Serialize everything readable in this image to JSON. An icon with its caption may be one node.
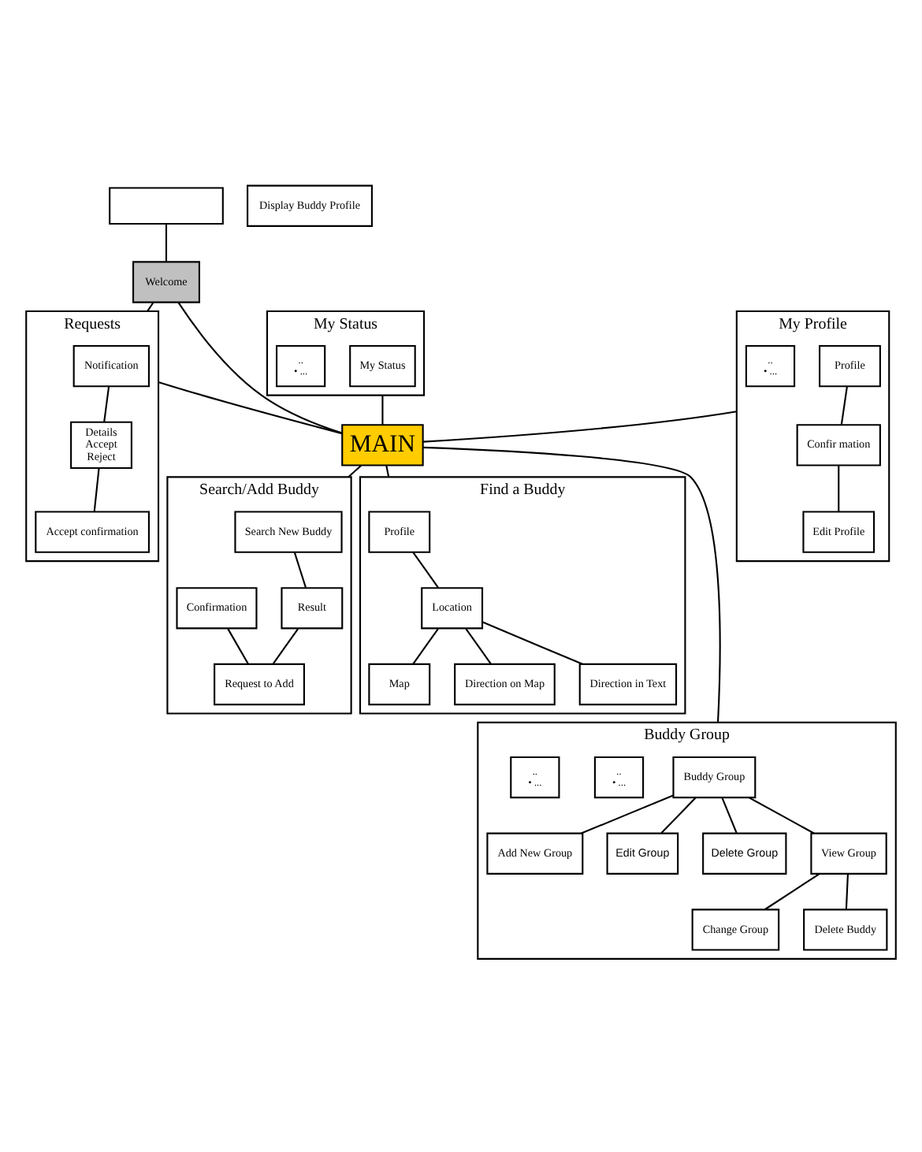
{
  "diagram": {
    "nodes": [
      {
        "text": [],
        "shape": "box"
      },
      {
        "text": [
          "Welcome"
        ]
      },
      {
        "text": [
          "Requests"
        ]
      },
      {
        "text": [
          "Notification"
        ],
        "in": 2
      },
      {
        "text": [
          "Details",
          "Accept",
          "Reject"
        ],
        "in": 2
      },
      {
        "text": [
          "Accept confirmation"
        ],
        "in": 2
      },
      {
        "text": [
          "My Status"
        ]
      },
      {
        "text": [
          "My Status"
        ],
        "in": 6
      },
      {
        "text": [
          "..",
          "• ..."
        ],
        "in": 6
      },
      {
        "text": [
          "MAIN"
        ]
      },
      {
        "text": [
          "My Profile"
        ]
      },
      {
        "text": [
          "Profile"
        ],
        "in": 10
      },
      {
        "text": [
          "Confir mation"
        ],
        "in": 10
      },
      {
        "text": [
          "Edit Profile"
        ],
        "in": 10
      },
      {
        "text": [
          "..",
          "• ..."
        ],
        "in": 10
      },
      {
        "text": [
          "Search/Add Buddy"
        ]
      },
      {
        "text": [
          "Search New Buddy"
        ],
        "in": 15
      },
      {
        "text": [
          "Result"
        ],
        "in": 15
      },
      {
        "text": [
          "Confirmation"
        ],
        "in": 15
      },
      {
        "text": [
          "Request to Add"
        ],
        "in": 15
      },
      {
        "text": [
          "Find a Buddy"
        ]
      },
      {
        "text": [
          "Profile"
        ],
        "in": 20
      },
      {
        "text": [
          "Location"
        ],
        "in": 20
      },
      {
        "text": [
          "Map"
        ],
        "in": 20
      },
      {
        "text": [
          "Direction on Map"
        ],
        "in": 20
      },
      {
        "text": [
          "Direction in Text"
        ],
        "in": 20
      },
      {
        "text": [
          "Buddy Group"
        ]
      },
      {
        "text": [
          "Buddy Group"
        ],
        "in": 26
      },
      {
        "text": [
          "Add New Group"
        ],
        "in": 26
      },
      {
        "text": [
          "Edit Group"
        ],
        "in": 26
      },
      {
        "text": [
          "Delete Group"
        ],
        "in": 26
      },
      {
        "text": [
          "View Group"
        ],
        "in": 26
      },
      {
        "text": [
          "Change Group"
        ],
        "in": 26
      },
      {
        "text": [
          "..",
          "• ..."
        ],
        "in": 26
      },
      {
        "text": [
          "Delete Buddy"
        ],
        "in": 26
      },
      {
        "text": [
          "..",
          "• ..."
        ],
        "in": 26
      },
      {
        "text": [
          "Display Buddy Profile"
        ]
      }
    ],
    "edges": [
      {
        "from": 0,
        "to": 1,
        "arrow": "none"
      },
      {
        "from": 1,
        "to": 2,
        "arrow": "none"
      },
      {
        "from": 1,
        "to": 9,
        "arrow": "none"
      },
      {
        "from": 2,
        "to": 9,
        "arrow": "none"
      },
      {
        "from": 6,
        "to": 9,
        "arrow": "none"
      },
      {
        "from": 10,
        "to": 9,
        "arrow": "none"
      },
      {
        "from": 9,
        "to": 15,
        "arrow": "none"
      },
      {
        "from": 9,
        "to": 20,
        "arrow": "none"
      },
      {
        "from": 9,
        "to": 26,
        "arrow": "none"
      },
      {
        "from": 3,
        "to": 4,
        "arrow": "none"
      },
      {
        "from": 4,
        "to": 5,
        "arrow": "none"
      },
      {
        "from": 11,
        "to": 12,
        "arrow": "none"
      },
      {
        "from": 12,
        "to": 13,
        "arrow": "none"
      },
      {
        "from": 16,
        "to": 17,
        "arrow": "none"
      },
      {
        "from": 17,
        "to": 19,
        "arrow": "none"
      },
      {
        "from": 18,
        "to": 19,
        "arrow": "none"
      },
      {
        "from": 21,
        "to": 22,
        "arrow": "none"
      },
      {
        "from": 22,
        "to": 23,
        "arrow": "none"
      },
      {
        "from": 22,
        "to": 24,
        "arrow": "none"
      },
      {
        "from": 22,
        "to": 25,
        "arrow": "none"
      },
      {
        "from": 27,
        "to": 28,
        "arrow": "none"
      },
      {
        "from": 27,
        "to": 29,
        "arrow": "none"
      },
      {
        "from": 27,
        "to": 30,
        "arrow": "none"
      },
      {
        "from": 27,
        "to": 31,
        "arrow": "none"
      },
      {
        "from": 31,
        "to": 32,
        "arrow": "none"
      },
      {
        "from": 31,
        "to": 34,
        "arrow": "none"
      }
    ]
  }
}
